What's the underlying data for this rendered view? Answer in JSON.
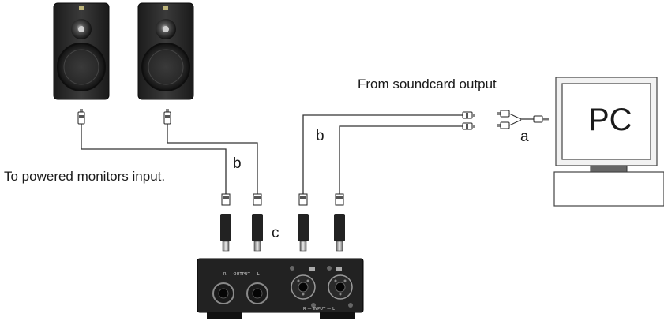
{
  "labels": {
    "from_soundcard": "From soundcard output",
    "to_monitors": "To powered monitors input.",
    "pc": "PC",
    "cable_a": "a",
    "cable_b_left": "b",
    "cable_b_right": "b",
    "cable_c": "c"
  },
  "device": {
    "output_label": "R — OUTPUT — L",
    "input_label": "R — INPUT — L"
  },
  "colors": {
    "speaker_body": "#2e2e2e",
    "device_body": "#222222",
    "cable": "#333333",
    "monitor_frame": "#f2f2f2"
  }
}
